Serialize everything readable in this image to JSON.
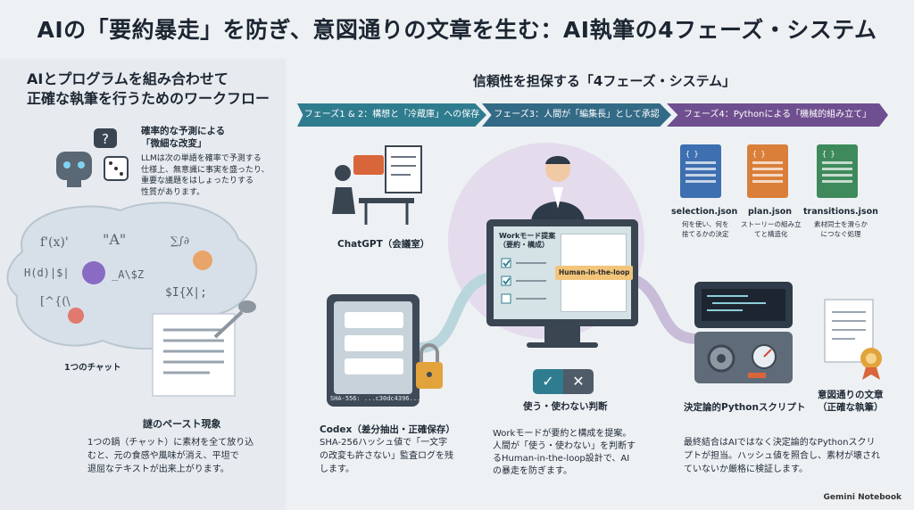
{
  "title": "AIの「要約暴走」を防ぎ、意図通りの文章を生む：AI執筆の4フェーズ・システム",
  "left": {
    "heading_line1": "AIとプログラムを組み合わせて",
    "heading_line2": "正確な執筆を行うためのワークフロー",
    "predict_title1": "確率的な予測による",
    "predict_title2": "「微細な改変」",
    "predict_body1": "LLMは次の単語を確率で予測する",
    "predict_body2": "仕様上、無意識に事実を盛ったり、",
    "predict_body3": "重要な議題をはしょったりする",
    "predict_body4": "性質があります。",
    "chat_label": "1つのチャット",
    "paste_title": "謎のペースト現象",
    "paste_body1": "1つの鍋（チャット）に素材を全て放り込",
    "paste_body2": "むと、元の食感や風味が消え、平坦で",
    "paste_body3": "退屈なテキストが出来上がります。"
  },
  "right": {
    "heading": "信頼性を担保する「4フェーズ・システム」",
    "phases": [
      "フェーズ1 & 2：構想と「冷蔵庫」への保存",
      "フェーズ3：人間が「編集長」として承認",
      "フェーズ4：Pythonによる「機械的組み立て」"
    ],
    "chatgpt_label": "ChatGPT（会議室）",
    "codex_title": "Codex（差分抽出・正確保存）",
    "codex_body1": "SHA-256ハッシュ値で「一文字",
    "codex_body2": "の改変も許さない」監査ログを残",
    "codex_body3": "します。",
    "hash_text": "SHA-556: ...c30dc4396...",
    "monitor_title1": "Workモード提案",
    "monitor_title2": "（要約・構成）",
    "hitl_tag": "Human-in-the-loop",
    "decision_label": "使う・使わない判断",
    "work_body1": "Workモードが要約と構成を提案。",
    "work_body2": "人間が「使う・使わない」を判断す",
    "work_body3": "るHuman-in-the-loop設計で、AI",
    "work_body4": "の暴走を防ぎます。",
    "files": [
      {
        "name": "selection.json",
        "desc1": "何を使い、何を",
        "desc2": "捨てるかの決定",
        "color": "#3e6fb0"
      },
      {
        "name": "plan.json",
        "desc1": "ストーリーの組み立",
        "desc2": "てと構造化",
        "color": "#d97f3a"
      },
      {
        "name": "transitions.json",
        "desc1": "素材同士を滑らか",
        "desc2": "につなぐ処理",
        "color": "#3f8a5c"
      }
    ],
    "python_label": "決定論的Pythonスクリプト",
    "output_label1": "意図通りの文章",
    "output_label2": "（正確な執筆）",
    "final_body1": "最終結合はAIではなく決定論的なPythonスクリ",
    "final_body2": "プトが担当。ハッシュ値を照合し、素材が壊され",
    "final_body3": "ていないか厳格に検証します。"
  },
  "footer": "Gemini Notebook"
}
